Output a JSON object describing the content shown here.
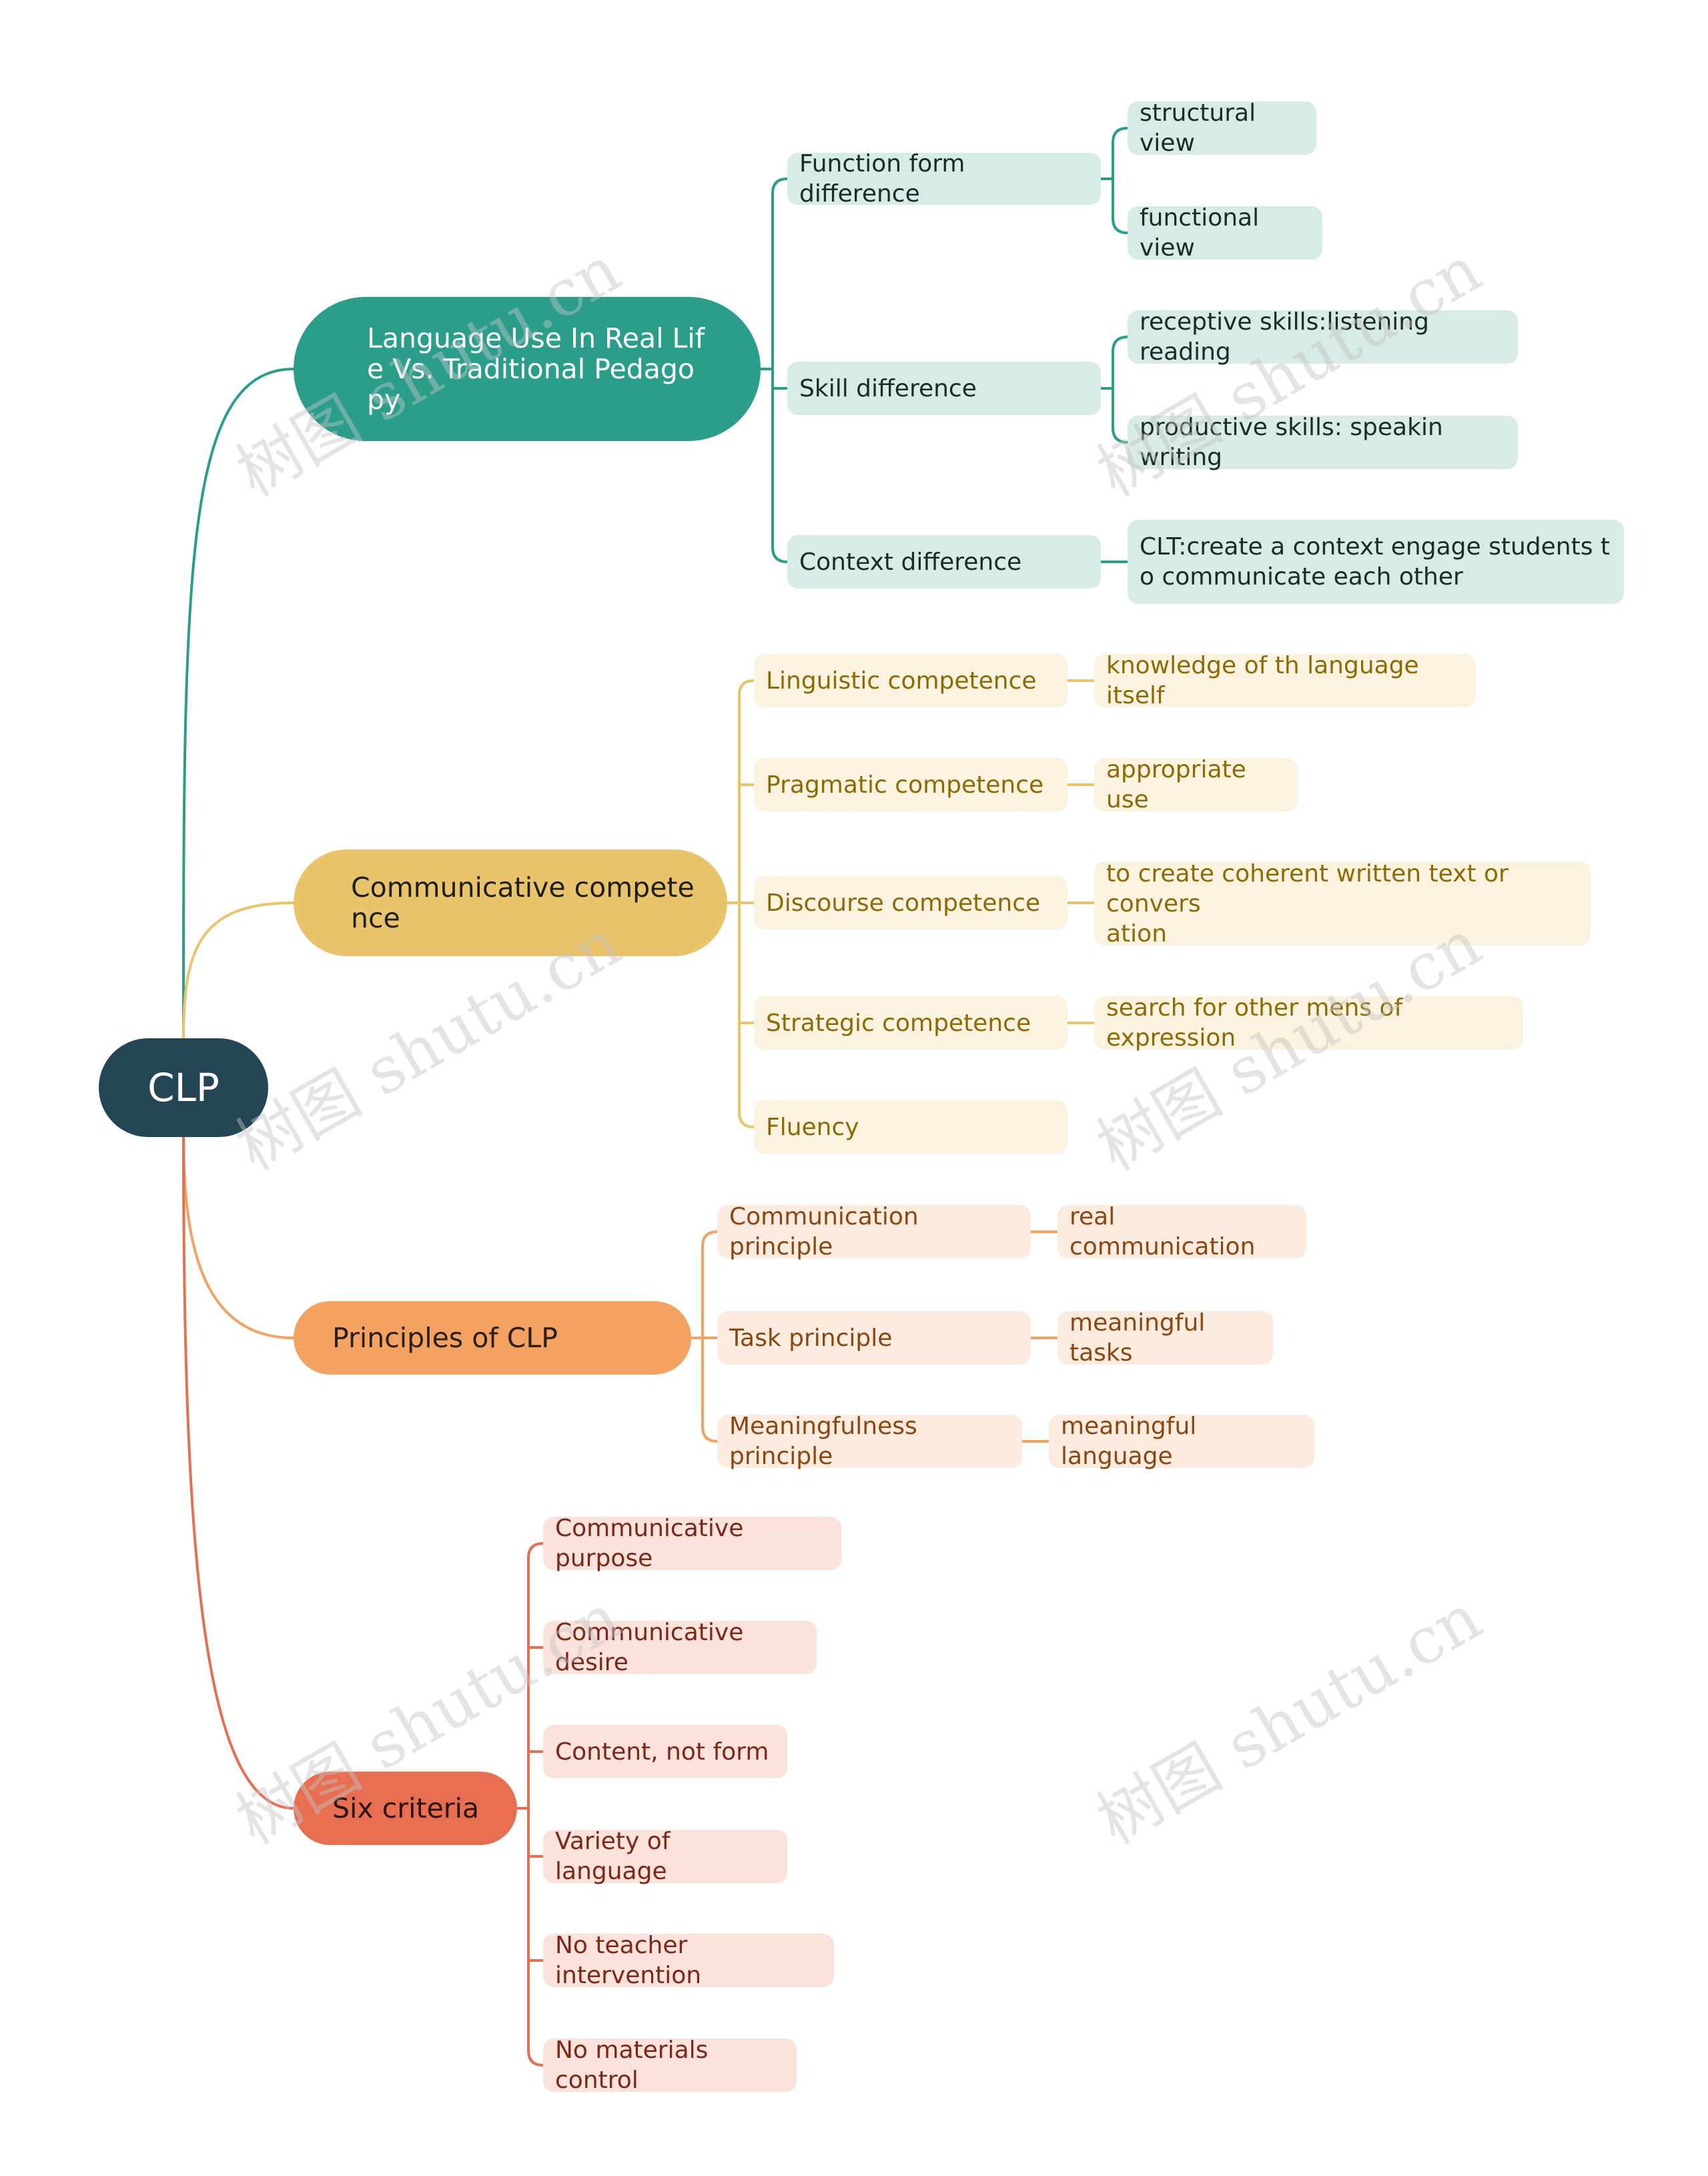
{
  "watermark": "树图 shutu.cn",
  "colors": {
    "teal": "#2a9d8b",
    "yellow": "#e9c46a",
    "orange": "#f3a261",
    "red": "#e76e51",
    "root": "#244654"
  },
  "root": {
    "label": "CLP"
  },
  "branches": [
    {
      "label": "Language Use In Real Lif\ne Vs. Traditional Pedago\npy",
      "children": [
        {
          "label": "Function form difference",
          "children": [
            "structural view",
            "functional view"
          ]
        },
        {
          "label": "Skill difference",
          "children": [
            "receptive skills:listening  reading",
            "productive skills: speakin writing"
          ]
        },
        {
          "label": "Context difference",
          "children": [
            "CLT:create a context    engage students t\no communicate each other"
          ]
        }
      ]
    },
    {
      "label": "Communicative compete\nnce",
      "children": [
        {
          "label": "Linguistic competence",
          "children": [
            "knowledge of th language itself"
          ]
        },
        {
          "label": "Pragmatic competence",
          "children": [
            "appropriate use"
          ]
        },
        {
          "label": "Discourse competence",
          "children": [
            "to create coherent written text or convers\nation"
          ]
        },
        {
          "label": "Strategic competence",
          "children": [
            "search for other mens of expression"
          ]
        },
        {
          "label": "Fluency",
          "children": []
        }
      ]
    },
    {
      "label": "Principles of CLP",
      "children": [
        {
          "label": "Communication principle",
          "children": [
            "real communication"
          ]
        },
        {
          "label": "Task principle",
          "children": [
            "meaningful tasks"
          ]
        },
        {
          "label": "Meaningfulness principle",
          "children": [
            "meaningful language"
          ]
        }
      ]
    },
    {
      "label": "Six criteria",
      "children": [
        {
          "label": "Communicative purpose",
          "children": []
        },
        {
          "label": "Communicative desire",
          "children": []
        },
        {
          "label": "Content,   not form",
          "children": []
        },
        {
          "label": "Variety of language",
          "children": []
        },
        {
          "label": "No teacher intervention",
          "children": []
        },
        {
          "label": "No materials control",
          "children": []
        }
      ]
    }
  ]
}
